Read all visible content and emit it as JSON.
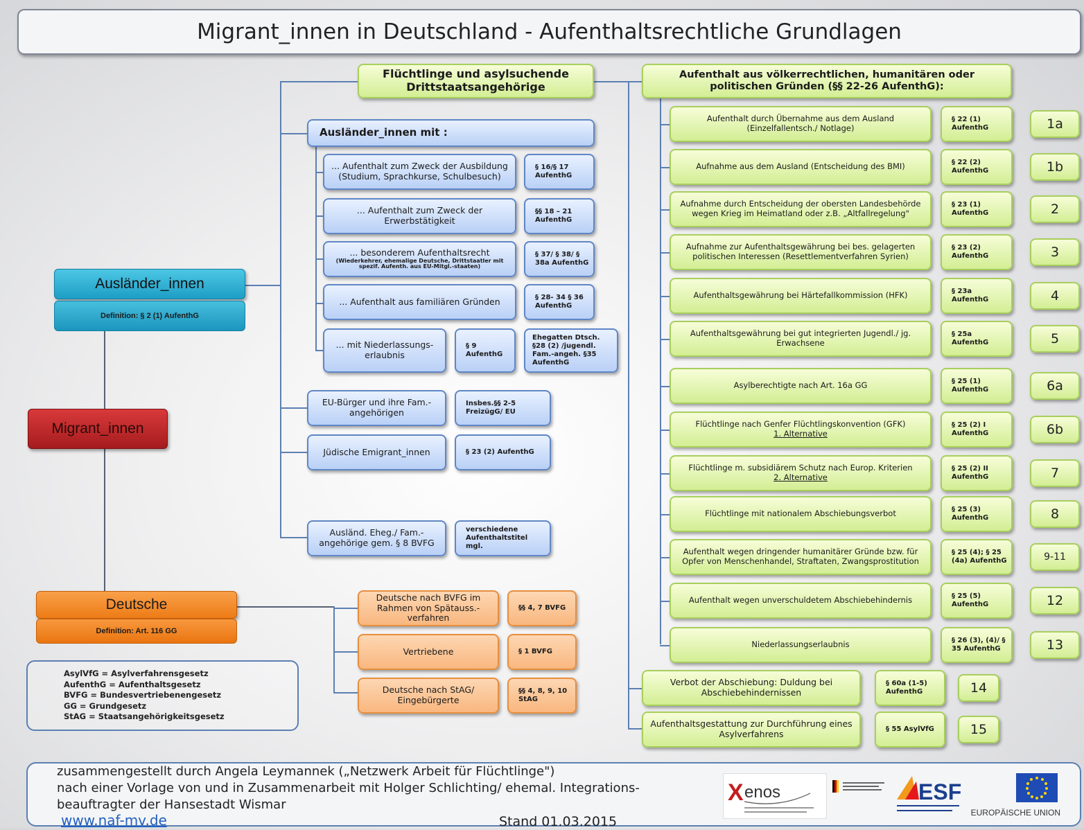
{
  "title": "Migrant_innen in Deutschland - Aufenthaltsrechtliche Grundlagen",
  "left": {
    "auslaender": "Ausländer_innen",
    "auslaender_def": "Definition: § 2 (1) AufenthG",
    "migrant": "Migrant_innen",
    "deutsche": "Deutsche",
    "deutsche_def": "Definition: Art. 116 GG"
  },
  "middle": {
    "header": "Flüchtlinge und asylsuchende Drittstaatsangehörige",
    "group_label": "Ausländer_innen mit :",
    "items": [
      {
        "text": "... Aufenthalt zum Zweck der Ausbildung (Studium, Sprachkurse, Schulbesuch)",
        "law": "§ 16/§ 17 AufenthG"
      },
      {
        "text": "... Aufenthalt zum Zweck der Erwerbstätigkeit",
        "law": "§§ 18 – 21 AufenthG"
      },
      {
        "text": "... besonderem Aufenthaltsrecht",
        "subtext": "(Wiederkehrer, ehemalige Deutsche, Drittstaatler mit spezif. Aufenth. aus EU-Mitgl.-staaten)",
        "law": "§ 37/ § 38/ § 38a AufenthG"
      },
      {
        "text": "... Aufenthalt aus familiären Gründen",
        "law": "§ 28- 34 § 36 AufenthG"
      }
    ],
    "niederlassung": {
      "text": "... mit Niederlassungs-erlaubnis",
      "law": "§ 9 AufenthG",
      "extra": "Ehegatten Dtsch. §28 (2) /jugendl. Fam.-angeh. §35 AufenthG"
    },
    "eu": {
      "text": "EU-Bürger und ihre Fam.-angehörigen",
      "law": "Insbes.§§ 2-5 FreizügG/ EU"
    },
    "juedisch": {
      "text": "Jüdische Emigrant_innen",
      "law": "§ 23 (2) AufenthG"
    },
    "ausland_eheg": {
      "text": "Ausländ. Eheg./ Fam.-angehörige gem. § 8 BVFG",
      "law": "verschiedene Aufenthaltstitel mgl."
    },
    "deutsche_items": [
      {
        "text": "Deutsche nach BVFG im Rahmen von Spätauss.-verfahren",
        "law": "§§ 4, 7 BVFG"
      },
      {
        "text": "Vertriebene",
        "law": "§ 1 BVFG"
      },
      {
        "text": "Deutsche nach StAG/ Eingebürgerte",
        "law": "§§ 4, 8, 9, 10 StAG"
      }
    ]
  },
  "right": {
    "header": "Aufenthalt aus völkerrechtlichen, humanitären oder politischen Gründen (§§ 22-26 AufenthG):",
    "items": [
      {
        "text": "Aufenthalt durch Übernahme aus dem Ausland (Einzelfallentsch./ Notlage)",
        "law": "§ 22 (1) AufenthG",
        "num": "1a"
      },
      {
        "text": "Aufnahme aus dem Ausland (Entscheidung des BMI)",
        "law": "§ 22 (2) AufenthG",
        "num": "1b"
      },
      {
        "text": "Aufnahme durch Entscheidung der obersten Landesbehörde wegen Krieg im Heimatland oder z.B. „Altfallregelung\"",
        "law": "§ 23 (1) AufenthG",
        "num": "2"
      },
      {
        "text": "Aufnahme zur Aufenthaltsgewährung bei bes. gelagerten politischen Interessen (Resettlementverfahren Syrien)",
        "law": "§ 23 (2) AufenthG",
        "num": "3"
      },
      {
        "text": "Aufenthaltsgewährung bei Härtefallkommission (HFK)",
        "law": "§ 23a AufenthG",
        "num": "4"
      },
      {
        "text": "Aufenthaltsgewährung bei gut integrierten Jugendl./ jg. Erwachsene",
        "law": "§ 25a AufenthG",
        "num": "5"
      },
      {
        "text": "Asylberechtigte nach Art. 16a GG",
        "law": "§ 25 (1) AufenthG",
        "num": "6a"
      },
      {
        "text": "Flüchtlinge nach Genfer Flüchtlingskonvention (GFK)",
        "underline": "1. Alternative",
        "law": "§ 25 (2) I AufenthG",
        "num": "6b"
      },
      {
        "text": "Flüchtlinge m. subsidiärem Schutz nach Europ. Kriterien",
        "underline": "2. Alternative",
        "law": "§ 25 (2) II AufenthG",
        "num": "7"
      },
      {
        "text": "Flüchtlinge mit nationalem Abschiebungsverbot",
        "law": "§ 25 (3) AufenthG",
        "num": "8"
      },
      {
        "text": "Aufenthalt wegen dringender humanitärer Gründe bzw. für Opfer von Menschenhandel, Straftaten, Zwangsprostitution",
        "law": "§ 25 (4); § 25 (4a) AufenthG",
        "num": "9-11"
      },
      {
        "text": "Aufenthalt wegen unverschuldetem Abschiebehindernis",
        "law": "§ 25 (5) AufenthG",
        "num": "12"
      },
      {
        "text": "Niederlassungserlaubnis",
        "law": "§ 26 (3), (4)/ § 35 AufenthG",
        "num": "13"
      }
    ],
    "extra": [
      {
        "text": "Verbot der Abschiebung: Duldung bei Abschiebehindernissen",
        "law": "§ 60a (1-5) AufenthG",
        "num": "14"
      },
      {
        "text": "Aufenthaltsgestattung zur Durchführung eines Asylverfahrens",
        "law": "§ 55 AsylVfG",
        "num": "15"
      }
    ]
  },
  "legend": [
    "AsylVfG = Asylverfahrensgesetz",
    "AufenthG = Aufenthaltsgesetz",
    "BVFG = Bundesvertriebenengesetz",
    "GG = Grundgesetz",
    "StAG = Staatsangehörigkeitsgesetz"
  ],
  "footer": {
    "line1": "zusammengestellt durch Angela Leymannek („Netzwerk Arbeit für Flüchtlinge\")",
    "line2": "nach einer Vorlage von und in Zusammenarbeit mit Holger Schlichting/ ehemal. Integrations-",
    "line3": "beauftragter der Hansestadt Wismar",
    "link": "www.naf-mv.de",
    "stand": "Stand 01.03.2015",
    "logo_xenos": "Xenos",
    "logo_esf": "ESF",
    "logo_eu": "EUROPÄISCHE UNION"
  }
}
